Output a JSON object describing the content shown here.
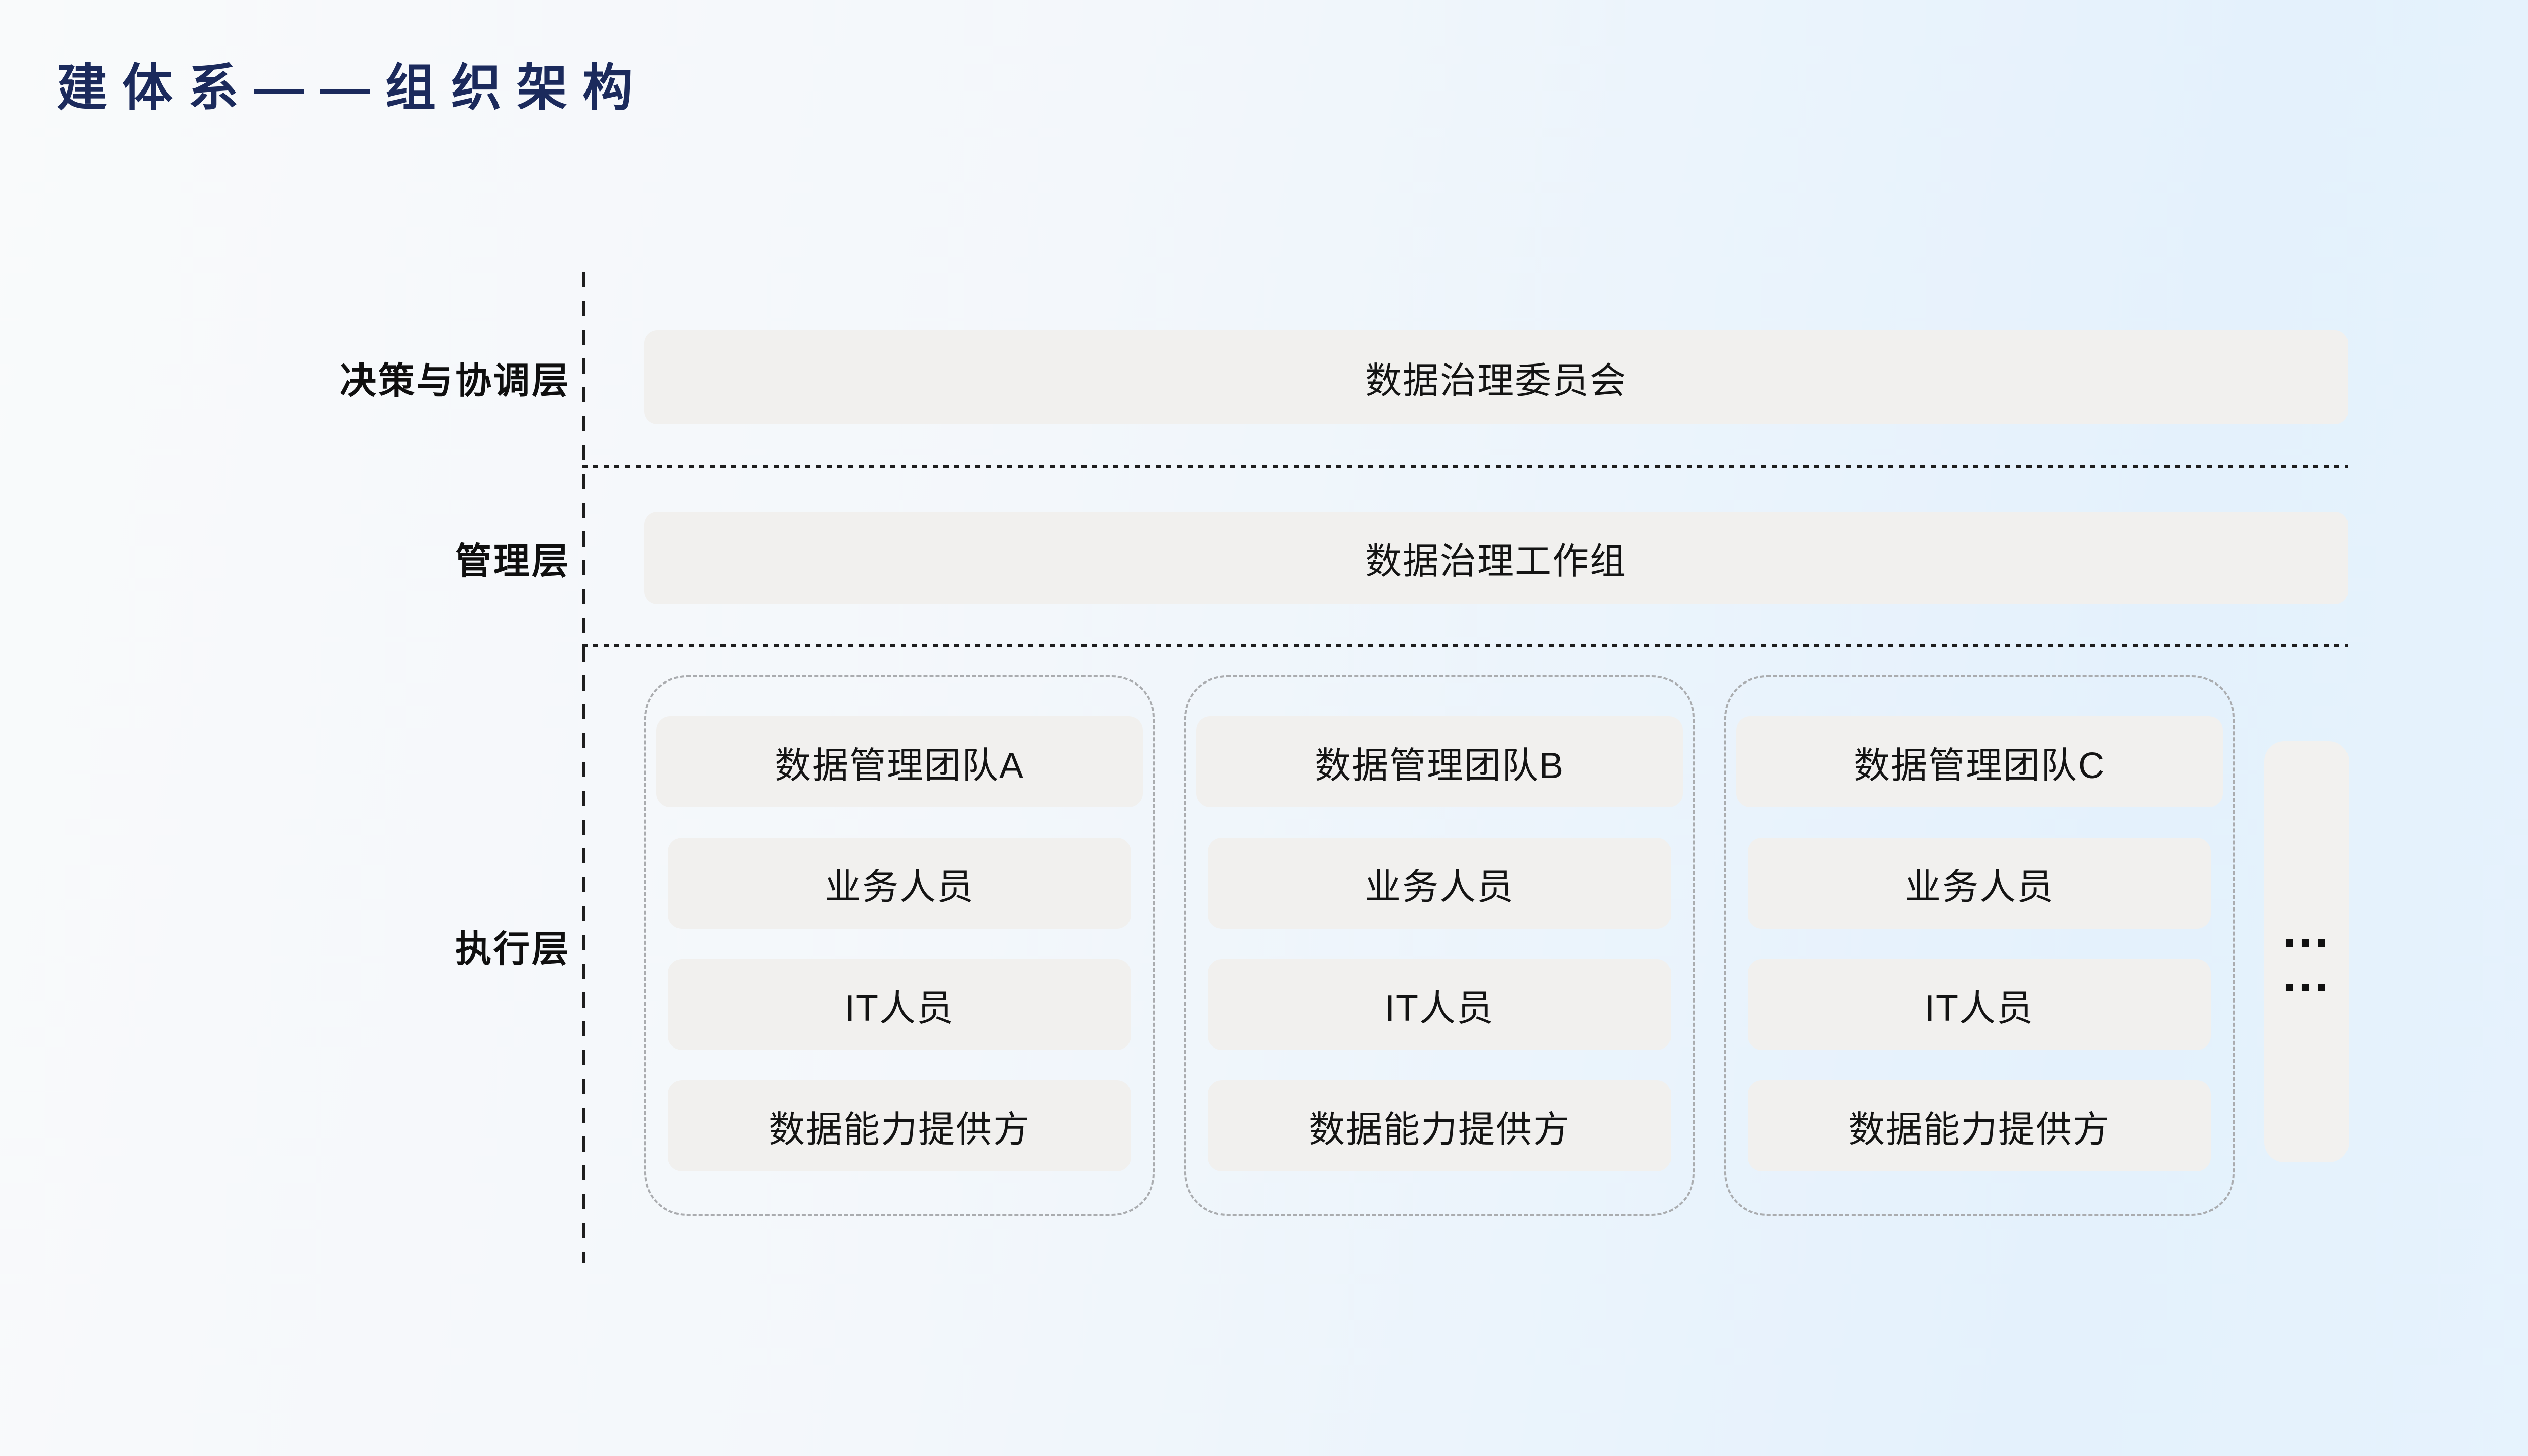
{
  "page": {
    "title": "建体系——组织架构"
  },
  "colors": {
    "title": "#1b2a5c",
    "box_fill": "#f1f0ee",
    "more_box_fill": "#f2f1ef",
    "dashed_container_border": "#aaacaf",
    "divider_line": "#1e1e1e",
    "text": "#141414",
    "background_left": "#f9fafb",
    "background_right": "#e6f3fd"
  },
  "layers": [
    {
      "id": "decision",
      "label": "决策与协调层",
      "boxes": [
        "数据治理委员会"
      ]
    },
    {
      "id": "management",
      "label": "管理层",
      "boxes": [
        "数据治理工作组"
      ]
    },
    {
      "id": "execution",
      "label": "执行层",
      "teams": [
        {
          "title": "数据管理团队A",
          "members": [
            "业务人员",
            "IT人员",
            "数据能力提供方"
          ]
        },
        {
          "title": "数据管理团队B",
          "members": [
            "业务人员",
            "IT人员",
            "数据能力提供方"
          ]
        },
        {
          "title": "数据管理团队C",
          "members": [
            "业务人员",
            "IT人员",
            "数据能力提供方"
          ]
        }
      ],
      "more": {
        "ellipsis_rows": [
          "…",
          "…"
        ]
      }
    }
  ]
}
